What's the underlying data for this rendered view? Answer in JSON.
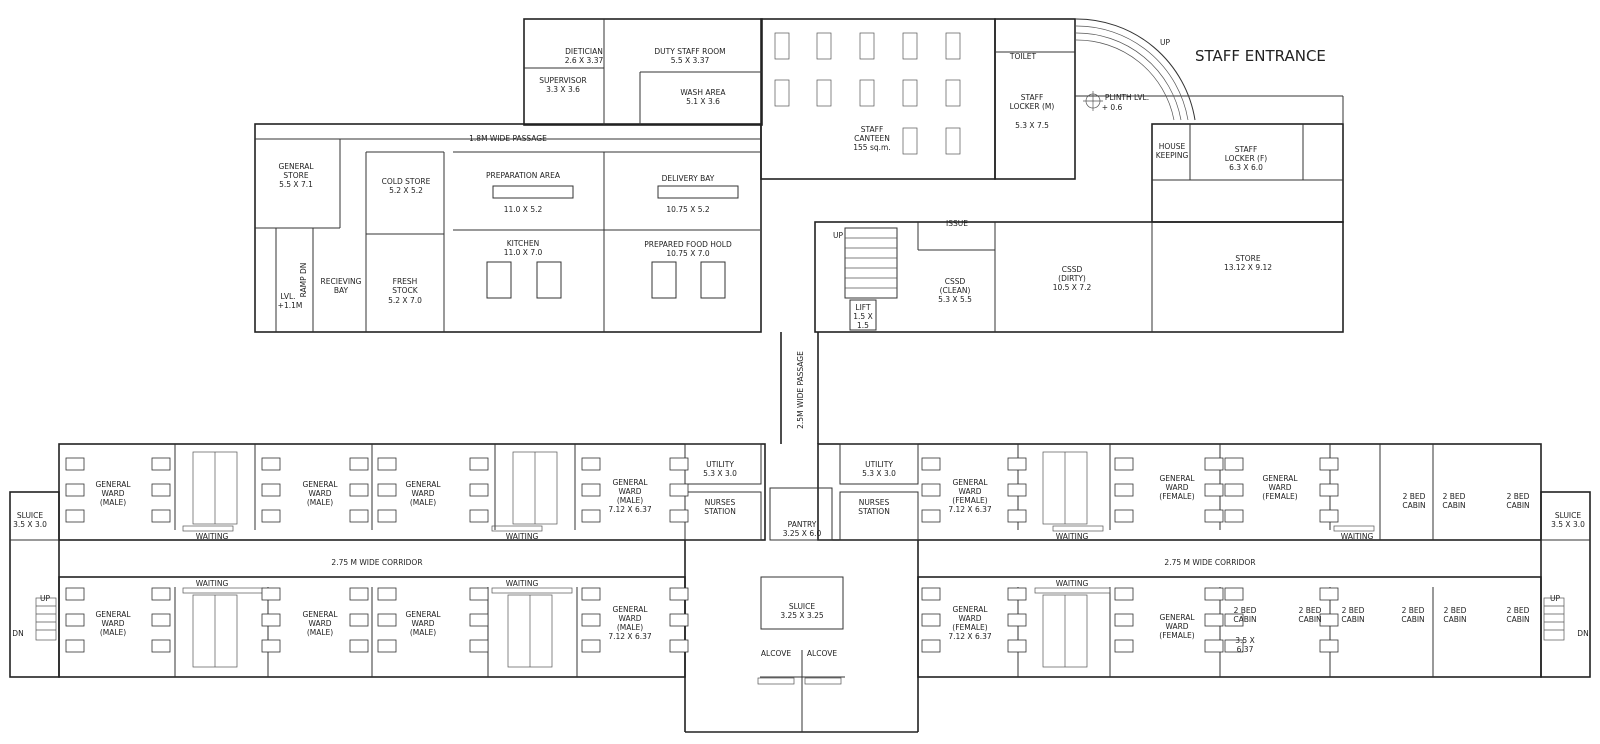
{
  "heading": "STAFF ENTRANCE",
  "plinth": {
    "label": "PLINTH LVL.",
    "value": "+ 0.6"
  },
  "up_label": "UP",
  "dn_label": "DN",
  "rooms": {
    "dietician": [
      "DIETICIAN",
      "2.6 X 3.37"
    ],
    "duty_staff_room": [
      "DUTY STAFF ROOM",
      "5.5 X 3.37"
    ],
    "supervisor": [
      "SUPERVISOR",
      "3.3 X 3.6"
    ],
    "wash_area": [
      "WASH AREA",
      "5.1 X 3.6"
    ],
    "toilet": [
      "TOILET"
    ],
    "staff_locker_m": [
      "STAFF",
      "LOCKER (M)",
      "5.3 X 7.5"
    ],
    "staff_canteen": [
      "STAFF",
      "CANTEEN",
      "155 sq.m."
    ],
    "house_keeping": [
      "HOUSE",
      "KEEPING"
    ],
    "staff_locker_f": [
      "STAFF",
      "LOCKER (F)",
      "6.3 X 6.0"
    ],
    "general_store": [
      "GENERAL",
      "STORE",
      "5.5 X 7.1"
    ],
    "cold_store": [
      "COLD STORE",
      "5.2 X 5.2"
    ],
    "preparation_area": [
      "PREPARATION AREA",
      "11.0 X 5.2"
    ],
    "delivery_bay": [
      "DELIVERY BAY",
      "10.75 X 5.2"
    ],
    "kitchen": [
      "KITCHEN",
      "11.0 X 7.0"
    ],
    "prepared_food_hold": [
      "PREPARED FOOD HOLD",
      "10.75 X 7.0"
    ],
    "recieving_bay": [
      "RECIEVING",
      "BAY"
    ],
    "fresh_stock": [
      "FRESH",
      "STOCK",
      "5.2 X 7.0"
    ],
    "ramp": [
      "RAMP DN"
    ],
    "level": [
      "LVL.",
      "+1.1M"
    ],
    "issue": [
      "ISSUE"
    ],
    "cssd_clean": [
      "CSSD",
      "(CLEAN)",
      "5.3 X 5.5"
    ],
    "cssd_dirty": [
      "CSSD",
      "(DIRTY)",
      "10.5 X 7.2"
    ],
    "store": [
      "STORE",
      "13.12 X 9.12"
    ],
    "lift": [
      "LIFT",
      "1.5 X",
      "1.5"
    ],
    "sluice_w": [
      "SLUICE",
      "3.5 X 3.0"
    ],
    "sluice_e": [
      "SLUICE",
      "3.5 X 3.0"
    ],
    "sluice_c": [
      "SLUICE",
      "3.25 X 3.25"
    ],
    "pantry": [
      "PANTRY",
      "3.25 X 6.0"
    ],
    "utility_l": [
      "UTILITY",
      "5.3 X 3.0"
    ],
    "utility_r": [
      "UTILITY",
      "5.3 X 3.0"
    ],
    "nurses_l": [
      "NURSES",
      "STATION"
    ],
    "nurses_r": [
      "NURSES",
      "STATION"
    ],
    "alcove_l": [
      "ALCOVE"
    ],
    "alcove_r": [
      "ALCOVE"
    ]
  },
  "passages": {
    "top": "1.8M WIDE PASSAGE",
    "vertical": "2.5M WIDE PASSAGE",
    "corridor_l": "2.75 M WIDE CORRIDOR",
    "corridor_r": "2.75 M WIDE CORRIDOR",
    "waiting": "WAITING"
  },
  "wards": {
    "male": [
      "GENERAL",
      "WARD",
      "(MALE)"
    ],
    "female": [
      "GENERAL",
      "WARD",
      "(FEMALE)"
    ],
    "size": "7.12 X 6.37",
    "cabin": [
      "2 BED",
      "CABIN"
    ],
    "cabin_size": [
      "3.5 X",
      "6.37"
    ]
  }
}
